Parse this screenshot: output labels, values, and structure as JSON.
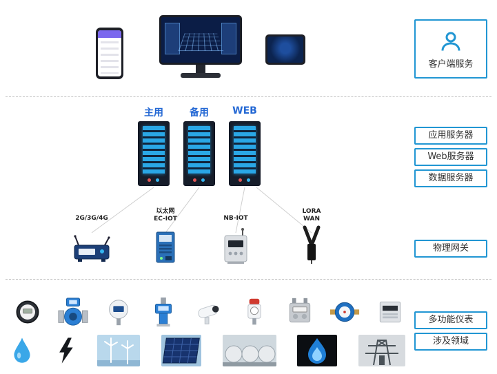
{
  "colors": {
    "accent": "#2196d3",
    "server_label_blue": "#2468d4",
    "rack_slot_blue": "#2aa7e6"
  },
  "client_section": {
    "box_label": "客户端服务",
    "devices": [
      {
        "name": "smartphone"
      },
      {
        "name": "desktop-monitor"
      },
      {
        "name": "tablet"
      }
    ]
  },
  "server_section": {
    "racks": [
      {
        "label": "主用"
      },
      {
        "label": "备用"
      },
      {
        "label": "WEB"
      }
    ],
    "side_labels": [
      {
        "label": "应用服务器"
      },
      {
        "label": "Web服务器"
      },
      {
        "label": "数据服务器"
      }
    ]
  },
  "gateway_section": {
    "side_label": "物理网关",
    "gateways": [
      {
        "line1": "2G/3G/4G",
        "line2": "",
        "device": "cellular-router"
      },
      {
        "line1": "以太网",
        "line2": "EC-IOT",
        "device": "ethernet-gateway"
      },
      {
        "line1": "NB-IOT",
        "line2": "",
        "device": "nbiot-meter"
      },
      {
        "line1": "LORA",
        "line2": "WAN",
        "device": "lora-gateway"
      }
    ]
  },
  "instrument_section": {
    "side_label": "多功能仪表",
    "instruments": [
      "round-gauge-meter",
      "electromagnetic-flowmeter",
      "pressure-transmitter",
      "turbine-flowmeter",
      "ptz-camera",
      "pressure-gauge",
      "gas-meter",
      "water-meter",
      "controller-box"
    ]
  },
  "field_section": {
    "side_label": "涉及领域",
    "fields": [
      "water",
      "electricity",
      "wind-power",
      "solar-power",
      "oil-gas-storage",
      "natural-gas",
      "power-grid"
    ]
  }
}
